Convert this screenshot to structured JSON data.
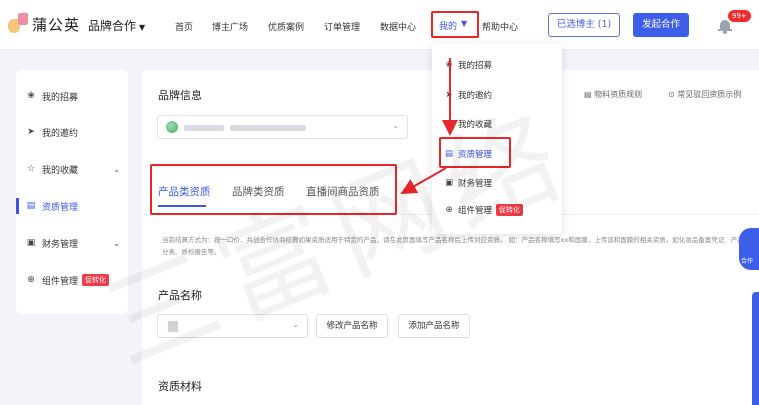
{
  "header": {
    "logo_text": "蒲公英",
    "brand_coop": "品牌合作",
    "nav": [
      "首页",
      "博主广场",
      "优质案例",
      "订单管理",
      "数据中心"
    ],
    "nav_my": "我的",
    "nav_help": "帮助中心",
    "selected_button": "已选博主 (1)",
    "launch_button": "发起合作",
    "bell_badge": "99+"
  },
  "sidebar": {
    "items": [
      {
        "label": "我的招募",
        "icon": "recruit-icon",
        "has_chevron": false
      },
      {
        "label": "我的邀约",
        "icon": "send-icon",
        "has_chevron": false
      },
      {
        "label": "我的收藏",
        "icon": "star-icon",
        "has_chevron": true
      },
      {
        "label": "资质管理",
        "icon": "document-icon",
        "has_chevron": false,
        "active": true
      },
      {
        "label": "财务管理",
        "icon": "wallet-icon",
        "has_chevron": true
      },
      {
        "label": "组件管理",
        "icon": "component-icon",
        "badge": "促转化"
      }
    ]
  },
  "main": {
    "brand_info_title": "品牌信息",
    "link_material_rules": "物料资质规则",
    "link_faq": "常见驳回资质示例",
    "tabs": [
      "产品类资质",
      "品牌类资质",
      "直播间商品资质"
    ],
    "notice": "当前结算方式为：按一口价、共创合作协商结算如果资质适用于特定的产品，请在此页面填写产品名称后上传对应资质。 如：产品名称填写xx和面膜，上传该和面膜的相关资质，如化妆品备案凭证、产品成分表、质检报告等。",
    "product_name_label": "产品名称",
    "edit_product_button": "修改产品名称",
    "add_product_button": "添加产品名称",
    "material_label": "资质材料"
  },
  "dropdown": {
    "items": [
      {
        "label": "我的招募",
        "icon": "recruit-icon"
      },
      {
        "label": "我的邀约",
        "icon": "send-icon"
      },
      {
        "label": "我的收藏",
        "icon": "star-icon"
      },
      {
        "label": "资质管理",
        "icon": "document-icon",
        "highlight": true
      },
      {
        "label": "财务管理",
        "icon": "wallet-icon"
      },
      {
        "label": "组件管理",
        "icon": "component-icon",
        "badge": "促转化"
      }
    ]
  },
  "watermark": "三富网络",
  "edge_badge": "合作",
  "colors": {
    "accent": "#3b56e6",
    "annotation": "#e8262a",
    "promo": "#ef3c46"
  }
}
